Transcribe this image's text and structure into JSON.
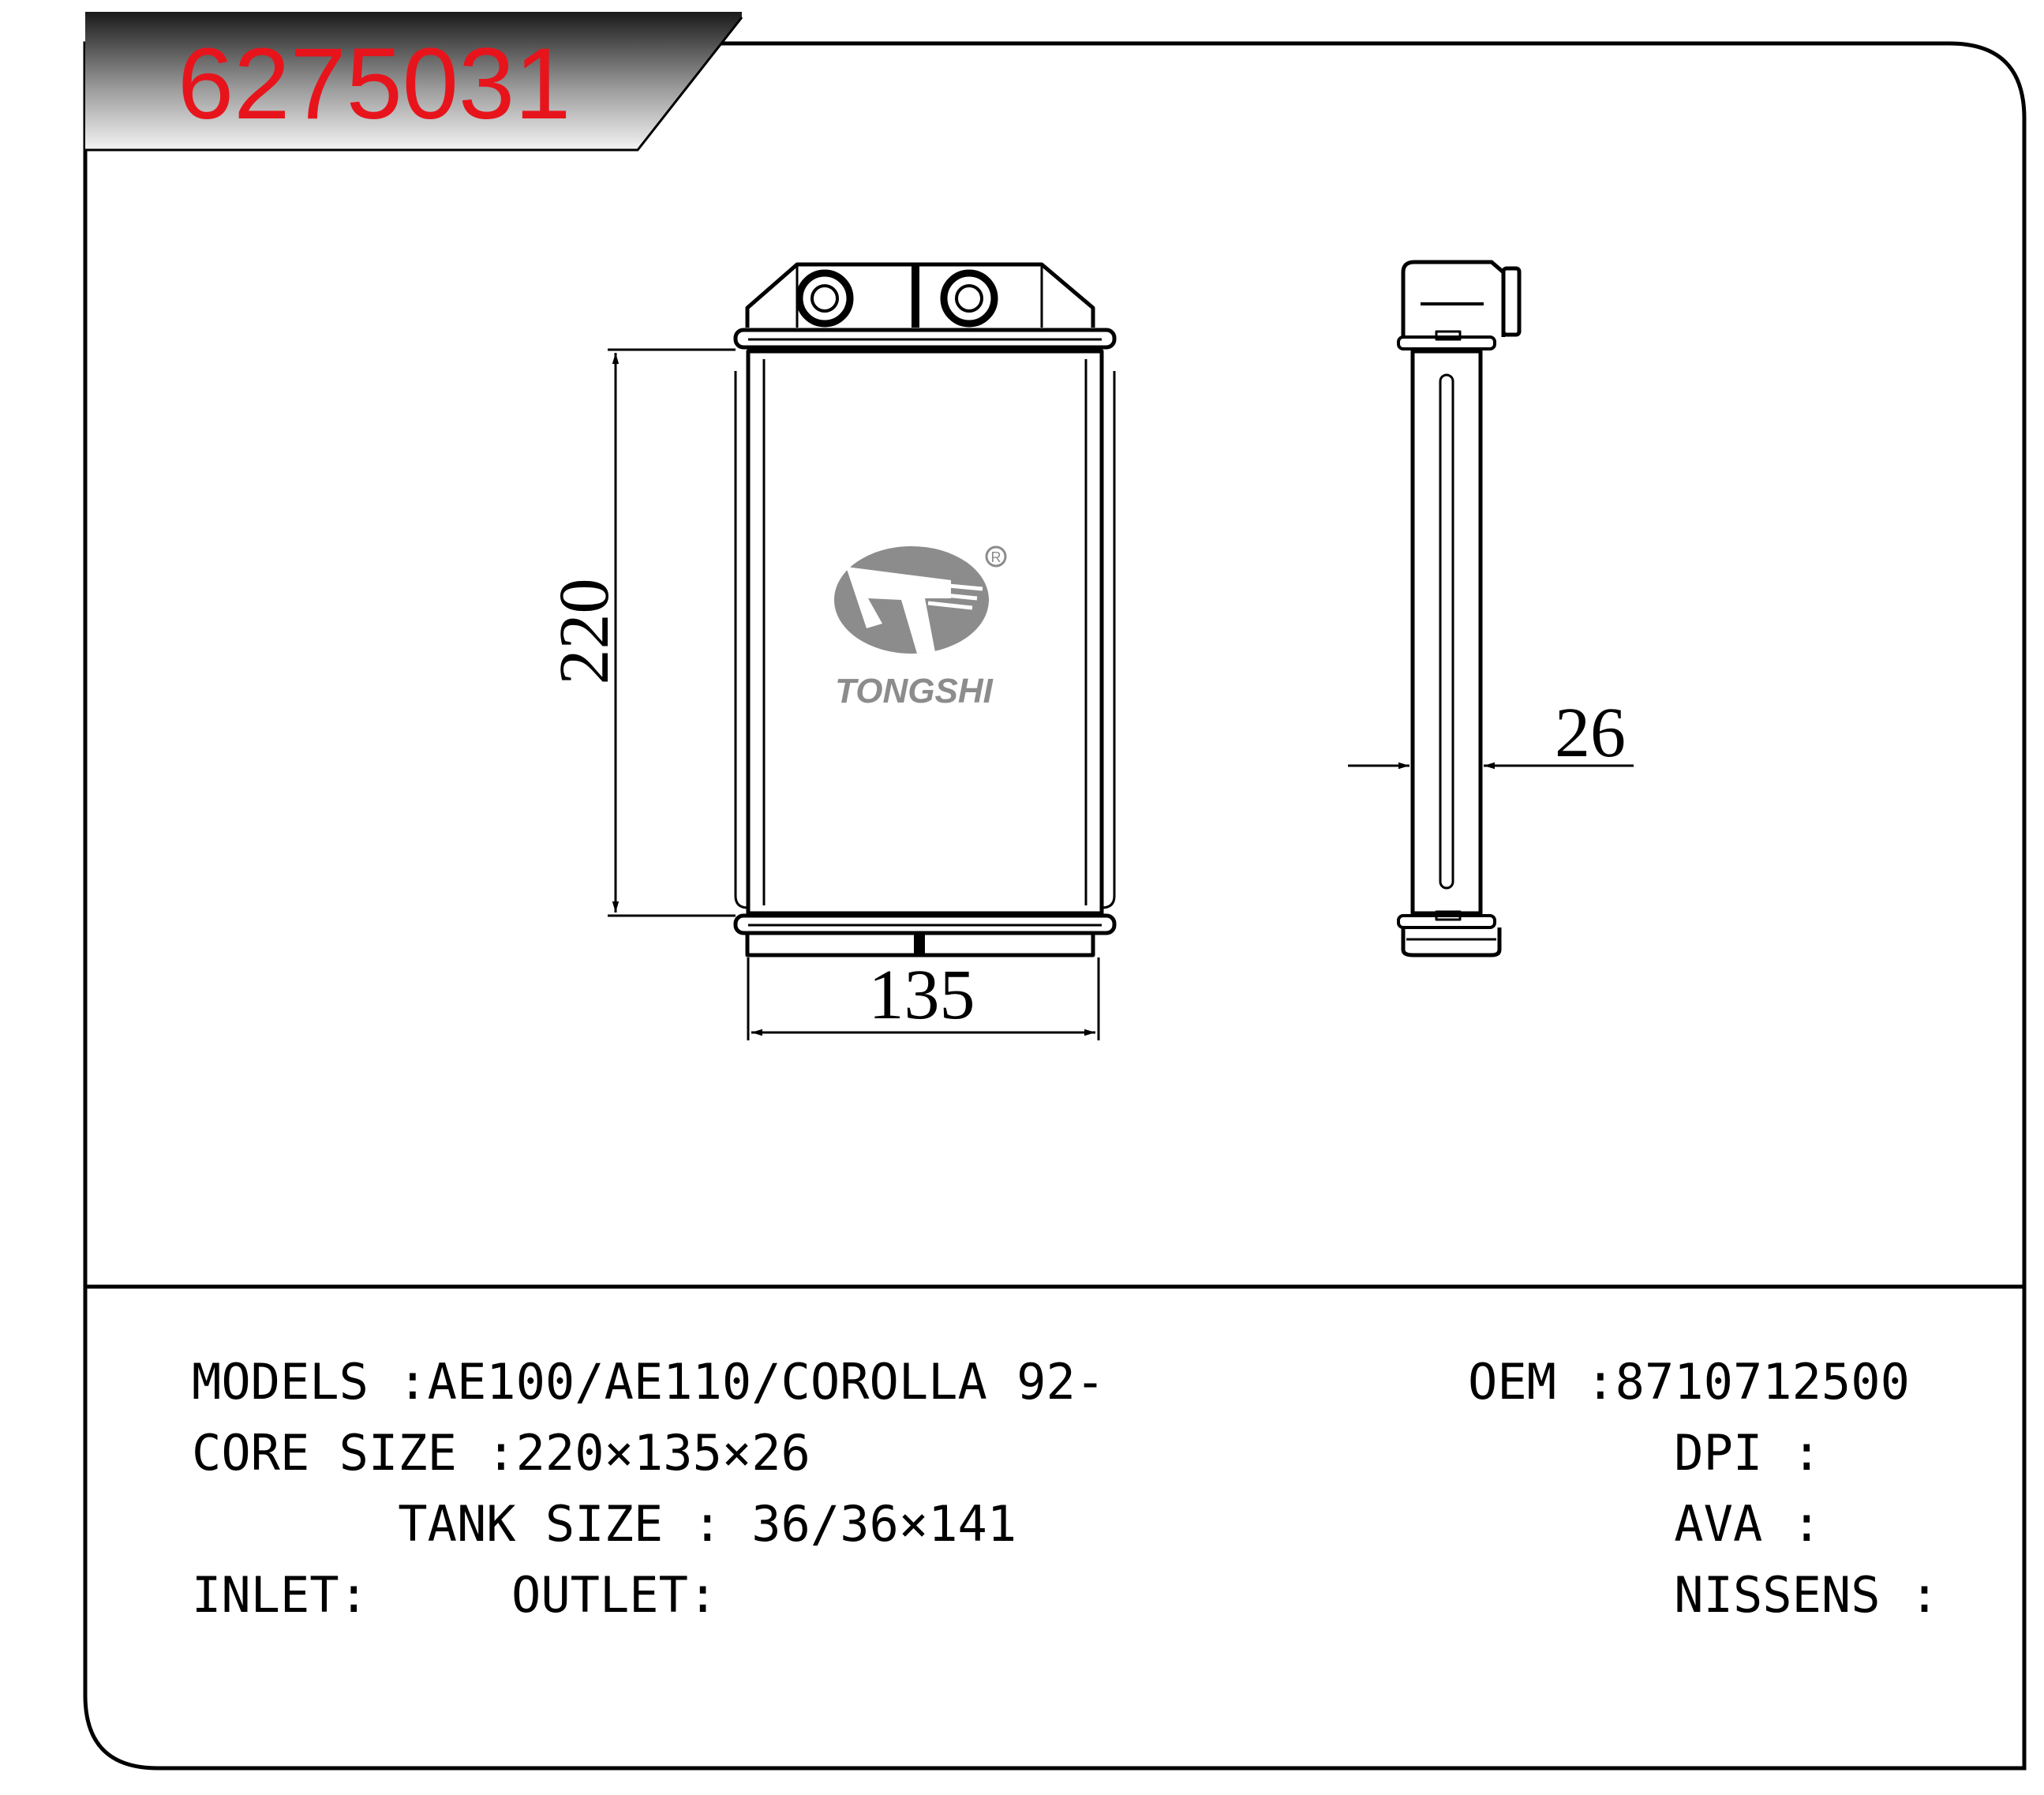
{
  "part_number": "6275031",
  "colors": {
    "part_number": "#e8141c",
    "line": "#000000",
    "logo_grey": "#8c8c8c",
    "tab_dark": "#222222",
    "tab_light": "#f2f2f2"
  },
  "drawing": {
    "dim_height": "220",
    "dim_width": "135",
    "dim_depth": "26"
  },
  "logo": {
    "brand": "TONGSHI",
    "registered_mark": "R"
  },
  "specs_left": [
    {
      "label": "MODELS",
      "separator": " :",
      "value": "AE100/AE110/COROLLA 92-"
    },
    {
      "label": "CORE SIZE",
      "separator": " :",
      "value": "220×135×26"
    },
    {
      "label": "TANK SIZE",
      "separator": " : ",
      "value": "36/36×141"
    },
    {
      "label": "INLET:",
      "separator": "",
      "value": ""
    }
  ],
  "outlet_label": "OUTLET:",
  "specs_right": [
    {
      "label": "OEM",
      "separator": " :",
      "value": "8710712500"
    },
    {
      "label": "DPI",
      "separator": " :",
      "value": ""
    },
    {
      "label": "AVA",
      "separator": " :",
      "value": ""
    },
    {
      "label": "NISSENS",
      "separator": " :",
      "value": ""
    }
  ]
}
